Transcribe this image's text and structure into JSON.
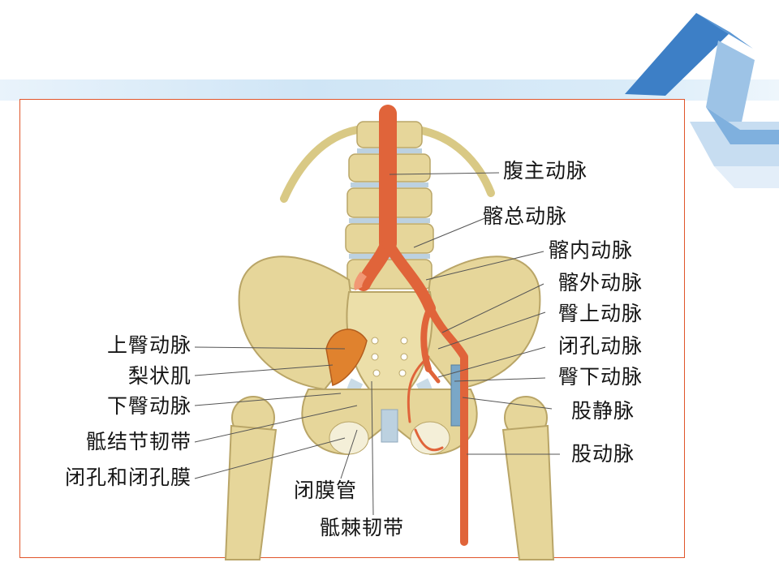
{
  "colors": {
    "frame_border": "#e0552a",
    "bone": "#e6d69a",
    "artery": "#e0643a",
    "vein": "#7aa7c7",
    "banner": "#cfe5f6",
    "deco": "#3d7fc6"
  },
  "icons": [
    "blue-ribbon-decoration",
    "pelvis-illustration"
  ],
  "labels": {
    "abdominal_aorta": "腹主动脉",
    "common_iliac_artery": "髂总动脉",
    "internal_iliac_artery": "髂内动脉",
    "external_iliac_artery": "髂外动脉",
    "superior_gluteal_artery_right": "臀上动脉",
    "obturator_artery": "闭孔动脉",
    "inferior_gluteal_artery_right": "臀下动脉",
    "femoral_vein": "股静脉",
    "femoral_artery": "股动脉",
    "superior_gluteal_artery_left": "上臀动脉",
    "piriformis": "梨状肌",
    "inferior_gluteal_artery_left": "下臀动脉",
    "sacrotuberous_ligament": "骶结节韧带",
    "obturator_foramen_membrane": "闭孔和闭孔膜",
    "obturator_canal": "闭膜管",
    "sacrospinous_ligament": "骶棘韧带"
  }
}
